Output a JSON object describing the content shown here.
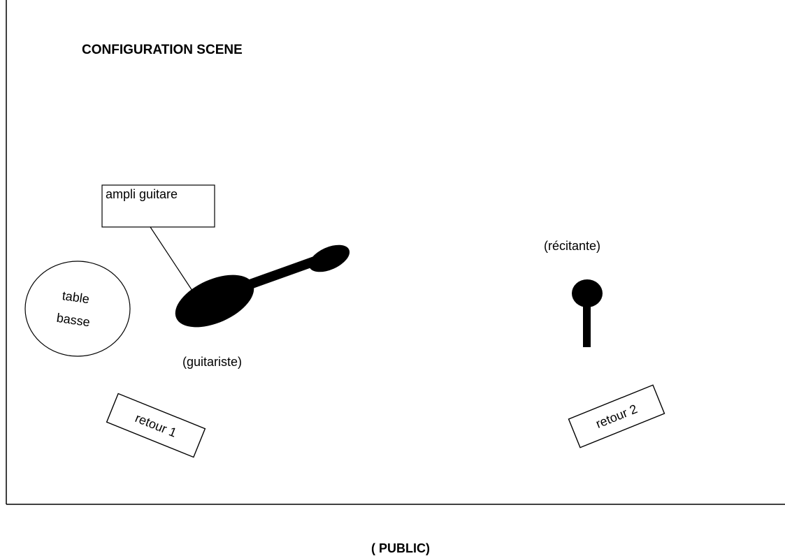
{
  "title": "CONFIGURATION SCENE",
  "audience_label": "( PUBLIC)",
  "amp_label": "ampli guitare",
  "coffee_table": {
    "line1": "table",
    "line2": "basse"
  },
  "guitarist_label": "(guitariste)",
  "narrator_label": "(récitante)",
  "monitor_1_label": "retour 1",
  "monitor_2_label": "retour 2"
}
